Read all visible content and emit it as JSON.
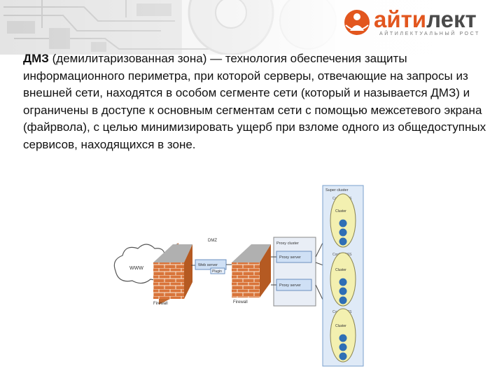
{
  "logo": {
    "word": "айтилект",
    "tagline": "АЙТИЛЕКТУАЛЬНЫЙ РОСТ",
    "brand_color": "#e2561e"
  },
  "paragraph": {
    "term": "ДМЗ",
    "expansion": " (демилитаризованная зона)",
    "dash": " — ",
    "text": "технология обеспечения защиты информационного периметра, при которой серверы, отвечающие на запросы из внешней сети, находятся в особом сегменте сети (который и называется ДМЗ) и ограничены в доступе к основным сегментам сети с помощью межсетевого экрана (файрвола), с целью минимизировать ущерб при взломе одного из общедоступных сервисов, находящихся в зоне."
  },
  "diagram": {
    "www": "WWW",
    "firewall_left": "Firewall",
    "firewall_right": "Firewall",
    "dmz_label": "DMZ",
    "web_server": "Web server",
    "plugin": "Plugin",
    "proxy_cluster": "Proxy cluster",
    "proxy_servers": [
      "Proxy server",
      "Proxy server"
    ],
    "super_cluster": "Super cluster",
    "clusters": [
      {
        "title": "Config. DSS",
        "label": "Cluster"
      },
      {
        "title": "Config. DSS",
        "label": "Cluster"
      },
      {
        "title": "Config. DSS",
        "label": "Cluster"
      }
    ],
    "colors": {
      "brick": "#d9743a",
      "panel": "#cfe0f5",
      "ellipse": "#f3f0b0",
      "node": "#2f6fb5"
    }
  }
}
